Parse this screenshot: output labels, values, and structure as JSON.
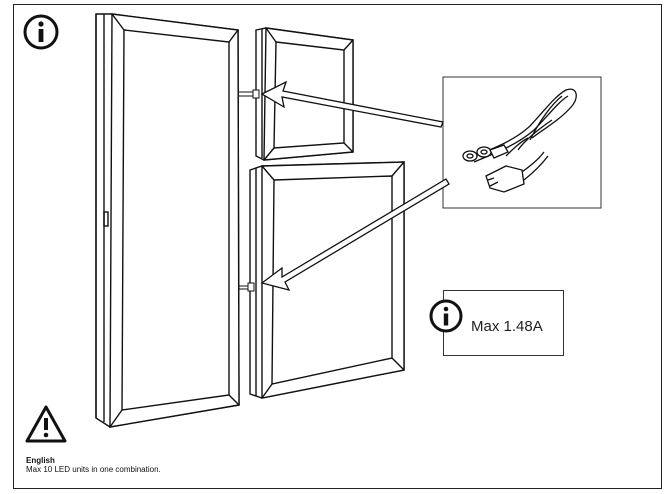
{
  "icons": {
    "top_info": "info-icon",
    "callout_info": "info-icon",
    "warning": "warning-triangle-icon",
    "cable": "power-cable-illustration"
  },
  "callout": {
    "text": "Max 1.48A"
  },
  "footer": {
    "language": "English",
    "note": "Max 10 LED units in one combination."
  }
}
